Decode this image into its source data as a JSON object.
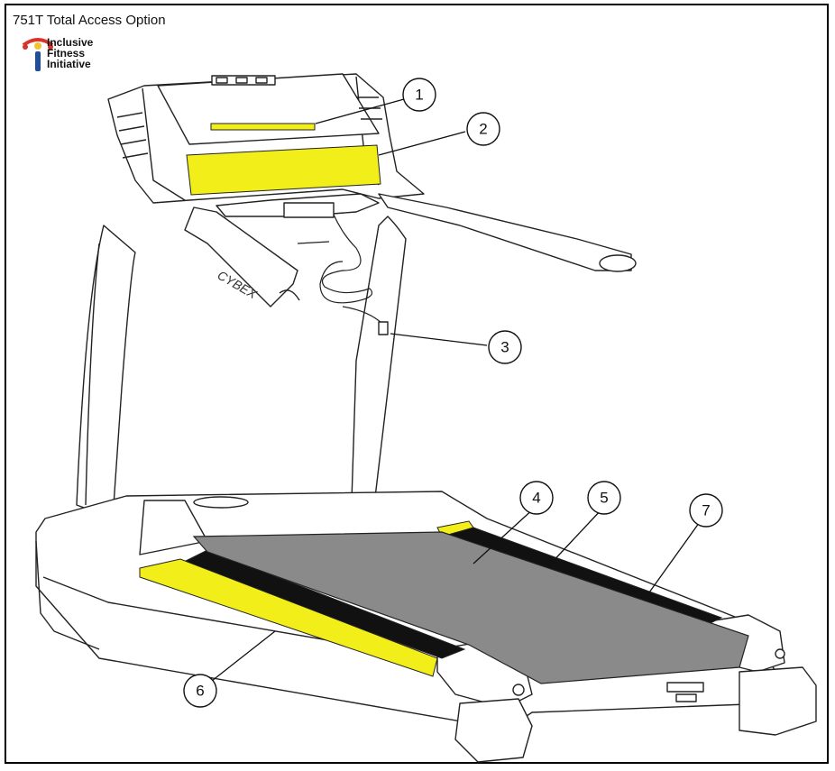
{
  "title": "751T Total Access Option",
  "logo": {
    "lines": [
      "Inclusive",
      "Fitness",
      "Initiative"
    ],
    "icon": "ifi-figure-icon",
    "colors": {
      "arms": "#d8342a",
      "body": "#1f4f9c",
      "accent": "#f2c230"
    }
  },
  "callouts": [
    "1",
    "2",
    "3",
    "4",
    "5",
    "6",
    "7"
  ],
  "colors": {
    "highlight": "#f2ee1a",
    "belt": "#8a8a8a",
    "side_rail": "#111111",
    "outline": "#222222"
  }
}
